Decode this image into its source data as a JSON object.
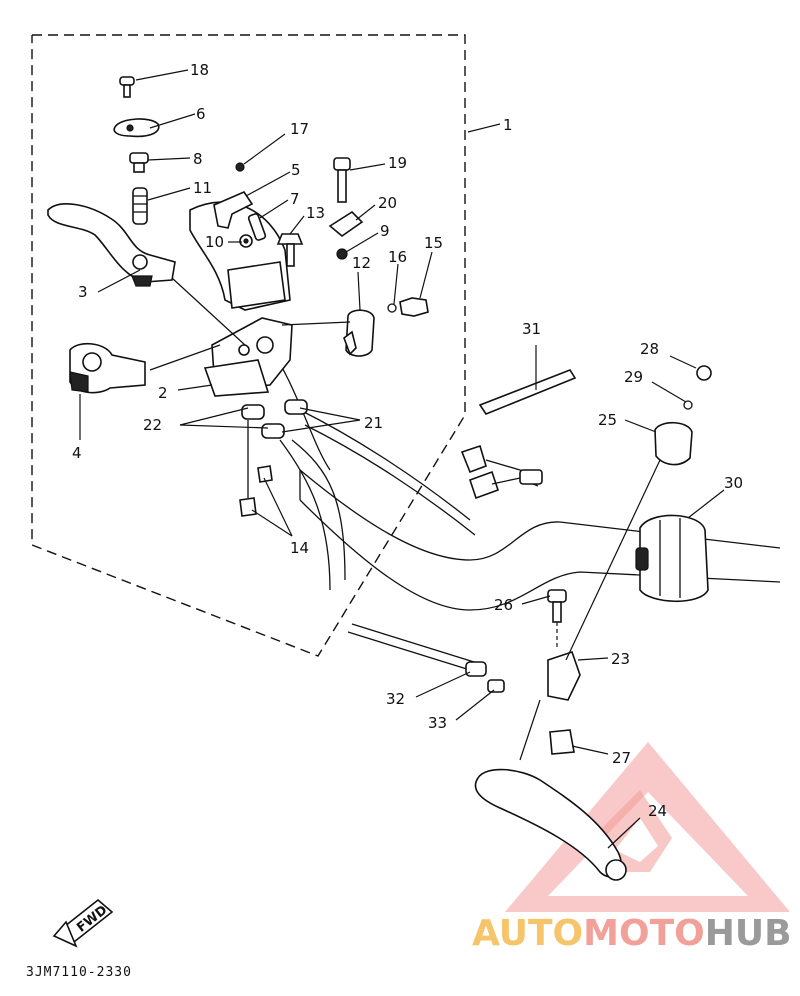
{
  "diagram": {
    "part_code": "3JM7110-2330",
    "fwd_label": "FWD",
    "callouts": [
      {
        "id": "c1",
        "text": "1"
      },
      {
        "id": "c2",
        "text": "2"
      },
      {
        "id": "c3",
        "text": "3"
      },
      {
        "id": "c4",
        "text": "4"
      },
      {
        "id": "c5",
        "text": "5"
      },
      {
        "id": "c6",
        "text": "6"
      },
      {
        "id": "c7",
        "text": "7"
      },
      {
        "id": "c8",
        "text": "8"
      },
      {
        "id": "c9",
        "text": "9"
      },
      {
        "id": "c10",
        "text": "10"
      },
      {
        "id": "c11",
        "text": "11"
      },
      {
        "id": "c12",
        "text": "12"
      },
      {
        "id": "c13",
        "text": "13"
      },
      {
        "id": "c14",
        "text": "14"
      },
      {
        "id": "c15",
        "text": "15"
      },
      {
        "id": "c16",
        "text": "16"
      },
      {
        "id": "c17",
        "text": "17"
      },
      {
        "id": "c18",
        "text": "18"
      },
      {
        "id": "c19",
        "text": "19"
      },
      {
        "id": "c20",
        "text": "20"
      },
      {
        "id": "c21",
        "text": "21"
      },
      {
        "id": "c22",
        "text": "22"
      },
      {
        "id": "c23",
        "text": "23"
      },
      {
        "id": "c24",
        "text": "24"
      },
      {
        "id": "c25",
        "text": "25"
      },
      {
        "id": "c26",
        "text": "26"
      },
      {
        "id": "c27",
        "text": "27"
      },
      {
        "id": "c28",
        "text": "28"
      },
      {
        "id": "c29",
        "text": "29"
      },
      {
        "id": "c30",
        "text": "30"
      },
      {
        "id": "c31",
        "text": "31"
      },
      {
        "id": "c32",
        "text": "32"
      },
      {
        "id": "c33",
        "text": "33"
      }
    ]
  },
  "watermark": {
    "part1": "AUTO",
    "part2": "MOTO",
    "part3": "HUB",
    "colors": {
      "auto": "#f5c46b",
      "moto": "#f2a09a",
      "hub": "#9a9a9a",
      "triangle": "#f08a88"
    }
  }
}
